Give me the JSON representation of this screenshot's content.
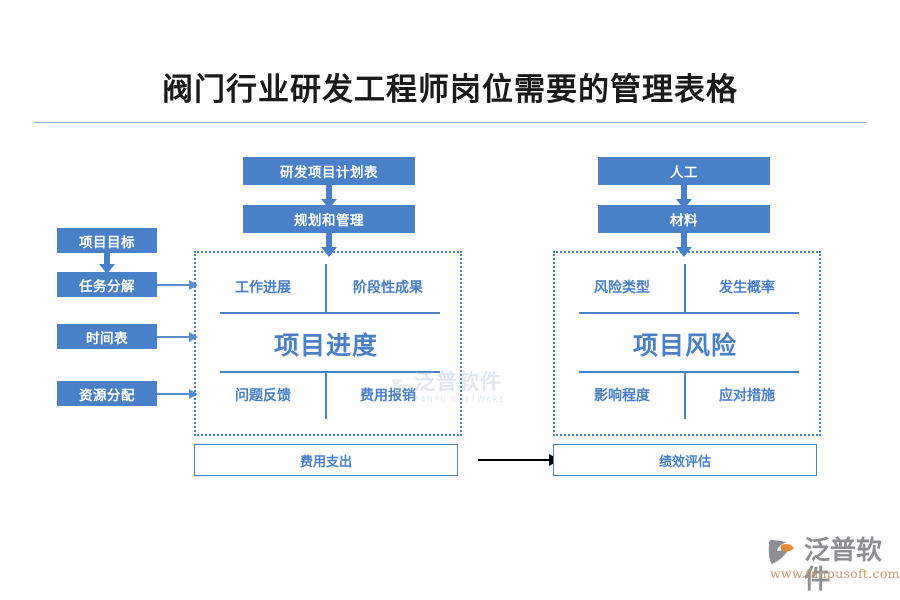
{
  "page": {
    "title": "阀门行业研发工程师岗位需要的管理表格"
  },
  "colors": {
    "box_fill": "#4a80c8",
    "text_blue": "#4a80c8",
    "title_text": "#1a1a1a",
    "rule": "#8fadd4",
    "arrow_black": "#000000",
    "logo_cn": "#8d8f93",
    "logo_url": "#c49a6c"
  },
  "left_flow": {
    "top_boxes": [
      {
        "label": "研发项目计划表"
      },
      {
        "label": "规划和管理"
      }
    ],
    "side_boxes": [
      {
        "label": "项目目标"
      },
      {
        "label": "任务分解"
      },
      {
        "label": "时间表"
      },
      {
        "label": "资源分配"
      }
    ],
    "panel": {
      "center": "项目进度",
      "top_left": "工作进展",
      "top_right": "阶段性成果",
      "bottom_left": "问题反馈",
      "bottom_right": "费用报销"
    },
    "footer_box": {
      "label": "费用支出"
    }
  },
  "right_flow": {
    "top_boxes": [
      {
        "label": "人工"
      },
      {
        "label": "材料"
      }
    ],
    "panel": {
      "center": "项目风险",
      "top_left": "风险类型",
      "top_right": "发生概率",
      "bottom_left": "影响程度",
      "bottom_right": "应对措施"
    },
    "footer_box": {
      "label": "绩效评估"
    }
  },
  "watermark": {
    "cn": "泛普软件",
    "en": "FANPU SOFTWARE"
  },
  "logo": {
    "cn": "泛普软件",
    "url": "www.fanpusoft.com"
  }
}
